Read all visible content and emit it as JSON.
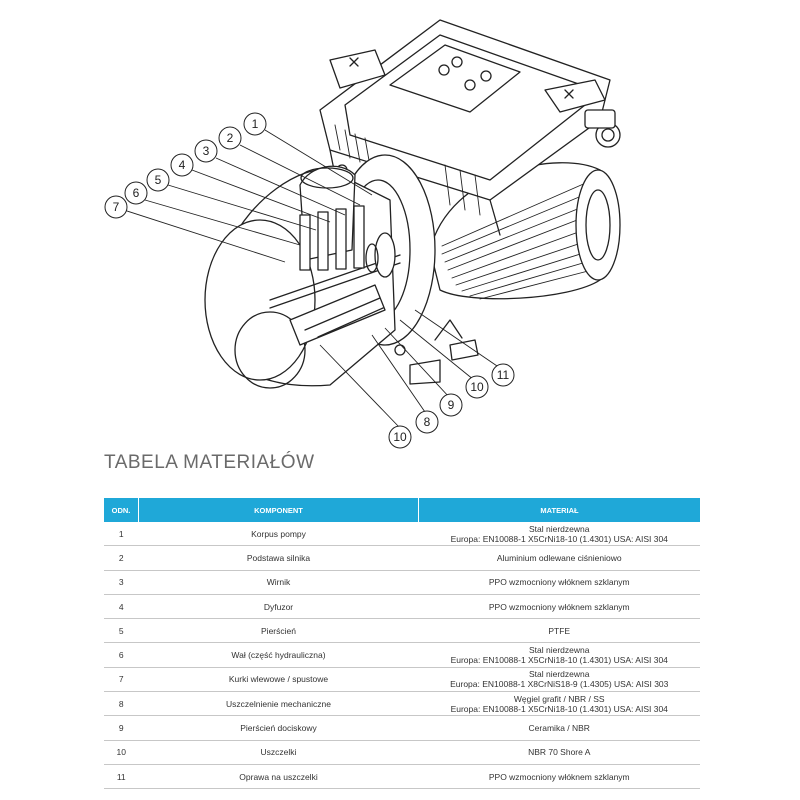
{
  "figure": {
    "callouts": [
      "1",
      "2",
      "3",
      "4",
      "5",
      "6",
      "7",
      "8",
      "9",
      "10",
      "10",
      "11"
    ]
  },
  "section_title": "TABELA MATERIAŁÓW",
  "table": {
    "headers": [
      "ODN.",
      "KOMPONENT",
      "MATERIAŁ"
    ],
    "rows": [
      {
        "no": "1",
        "component": "Korpus pompy",
        "material": [
          "Stal nierdzewna",
          "Europa: EN10088-1 X5CrNi18-10 (1.4301) USA: AISI 304"
        ]
      },
      {
        "no": "2",
        "component": "Podstawa silnika",
        "material": [
          "Aluminium odlewane ciśnieniowo"
        ]
      },
      {
        "no": "3",
        "component": "Wirnik",
        "material": [
          "PPO wzmocniony włóknem szklanym"
        ]
      },
      {
        "no": "4",
        "component": "Dyfuzor",
        "material": [
          "PPO wzmocniony włóknem szklanym"
        ]
      },
      {
        "no": "5",
        "component": "Pierścień",
        "material": [
          "PTFE"
        ]
      },
      {
        "no": "6",
        "component": "Wał (część hydrauliczna)",
        "material": [
          "Stal nierdzewna",
          "Europa: EN10088-1 X5CrNi18-10 (1.4301) USA: AISI 304"
        ]
      },
      {
        "no": "7",
        "component": "Kurki wlewowe / spustowe",
        "material": [
          "Stal nierdzewna",
          "Europa: EN10088-1 X8CrNiS18-9 (1.4305) USA: AISI 303"
        ]
      },
      {
        "no": "8",
        "component": "Uszczelnienie mechaniczne",
        "material": [
          "Węgiel grafit / NBR / SS",
          "Europa: EN10088-1 X5CrNi18-10 (1.4301) USA: AISI 304"
        ]
      },
      {
        "no": "9",
        "component": "Pierścień dociskowy",
        "material": [
          "Ceramika / NBR"
        ]
      },
      {
        "no": "10",
        "component": "Uszczelki",
        "material": [
          "NBR 70 Shore A"
        ]
      },
      {
        "no": "11",
        "component": "Oprawa na uszczelki",
        "material": [
          "PPO wzmocniony włóknem szklanym"
        ]
      }
    ]
  },
  "colors": {
    "header_bg": "#1fa8d8",
    "line": "#222222"
  }
}
